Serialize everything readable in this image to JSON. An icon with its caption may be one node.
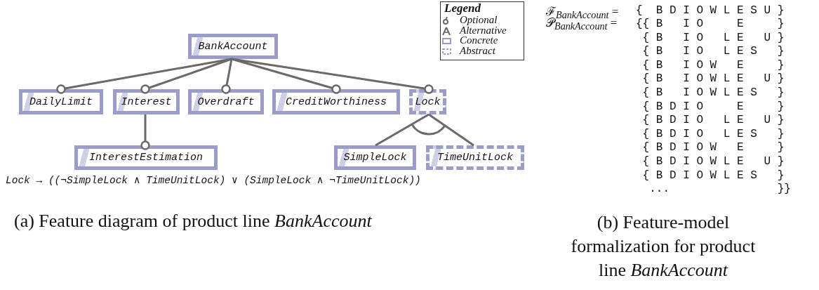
{
  "diagram": {
    "nodes": [
      {
        "text": [
          "BankAccount"
        ]
      },
      {
        "text": [
          "DailyLimit"
        ]
      },
      {
        "text": [
          "Interest"
        ]
      },
      {
        "text": [
          "Overdraft"
        ]
      },
      {
        "text": [
          "CreditWorthiness"
        ]
      },
      {
        "text": [
          "Lock"
        ]
      },
      {
        "text": [
          "InterestEstimation"
        ]
      },
      {
        "text": [
          "SimpleLock"
        ]
      },
      {
        "text": [
          "TimeUnitLock"
        ]
      }
    ],
    "edges": [
      {
        "from": 0,
        "to": 1,
        "arrow": "other"
      },
      {
        "from": 0,
        "to": 2,
        "arrow": "other"
      },
      {
        "from": 0,
        "to": 3,
        "arrow": "other"
      },
      {
        "from": 0,
        "to": 4,
        "arrow": "other"
      },
      {
        "from": 0,
        "to": 5,
        "arrow": "other"
      },
      {
        "from": 2,
        "to": 6,
        "arrow": "other"
      },
      {
        "from": 5,
        "to": 7,
        "arrow": "none"
      },
      {
        "from": 5,
        "to": 8,
        "arrow": "none"
      }
    ],
    "labels": [
      "Legend",
      "Lock → ((¬SimpleLock ∧ TimeUnitLock) ∨ (SimpleLock ∧ ¬TimeUnitLock))",
      "ℱ$_{BankAccount}$ =",
      "{  B D I O W L E S U }",
      "𝒫$_{BankAccount}$ =",
      "{{ B   I O     E     }",
      " { B   I O   L E   U }",
      " { B   I O   L E S   }",
      " { B   I O W   E     }",
      " { B   I O W L E   U }",
      " { B   I O W L E S   }",
      " { B D I O     E     }",
      " { B D I O   L E   U }",
      " { B D I O   L E S   }",
      " { B D I O W   E     }",
      " { B D I O W L E   U }",
      " { B D I O W L E S   }",
      "  ...                }}",
      "(a) Feature diagram of product line *BankAccount*",
      "(b) Feature-model formalization for product line *BankAccount*"
    ],
    "legend": [
      {
        "text": "Optional"
      },
      {
        "text": "Alternative"
      },
      {
        "text": "Concrete"
      },
      {
        "text": "Abstract"
      }
    ]
  }
}
